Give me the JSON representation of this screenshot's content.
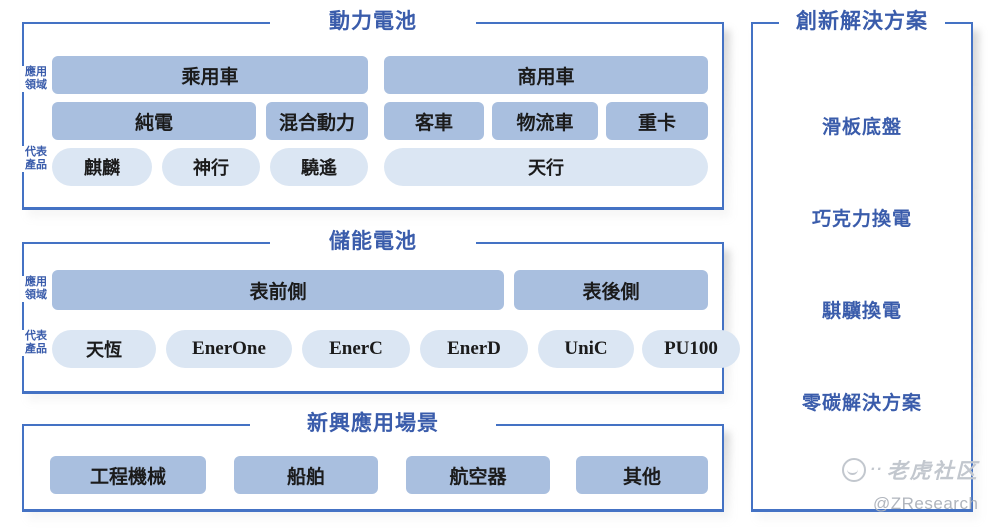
{
  "panels": {
    "power": {
      "title": "動力電池",
      "row_labels": [
        {
          "line1": "應用",
          "line2": "領域"
        },
        {
          "line1": "代表",
          "line2": "產品"
        }
      ],
      "row1": [
        {
          "label": "乘用車"
        },
        {
          "label": "商用車"
        }
      ],
      "row2": [
        {
          "label": "純電"
        },
        {
          "label": "混合動力"
        },
        {
          "label": "客車"
        },
        {
          "label": "物流車"
        },
        {
          "label": "重卡"
        }
      ],
      "row3": [
        {
          "label": "麒麟"
        },
        {
          "label": "神行"
        },
        {
          "label": "驍遙"
        },
        {
          "label": "天行"
        }
      ]
    },
    "storage": {
      "title": "儲能電池",
      "row_labels": [
        {
          "line1": "應用",
          "line2": "領域"
        },
        {
          "line1": "代表",
          "line2": "產品"
        }
      ],
      "row1": [
        {
          "label": "表前側"
        },
        {
          "label": "表後側"
        }
      ],
      "row2": [
        {
          "label": "天恆"
        },
        {
          "label": "EnerOne"
        },
        {
          "label": "EnerC"
        },
        {
          "label": "EnerD"
        },
        {
          "label": "UniC"
        },
        {
          "label": "PU100"
        }
      ]
    },
    "emerging": {
      "title": "新興應用場景",
      "row1": [
        {
          "label": "工程機械"
        },
        {
          "label": "船舶"
        },
        {
          "label": "航空器"
        },
        {
          "label": "其他"
        }
      ]
    },
    "solutions": {
      "title": "創新解決方案",
      "items": [
        {
          "label": "滑板底盤"
        },
        {
          "label": "巧克力換電"
        },
        {
          "label": "騏驥換電"
        },
        {
          "label": "零碳解決方案"
        }
      ]
    }
  },
  "watermark": {
    "brand": "老虎社区",
    "dots": "··",
    "handle": "@ZResearch"
  },
  "colors": {
    "frame_blue": "#4472c4",
    "title_blue": "#3a5cab",
    "box_mid": "#a9bfdf",
    "box_light": "#dbe6f3",
    "page_bg": "#ffffff"
  }
}
